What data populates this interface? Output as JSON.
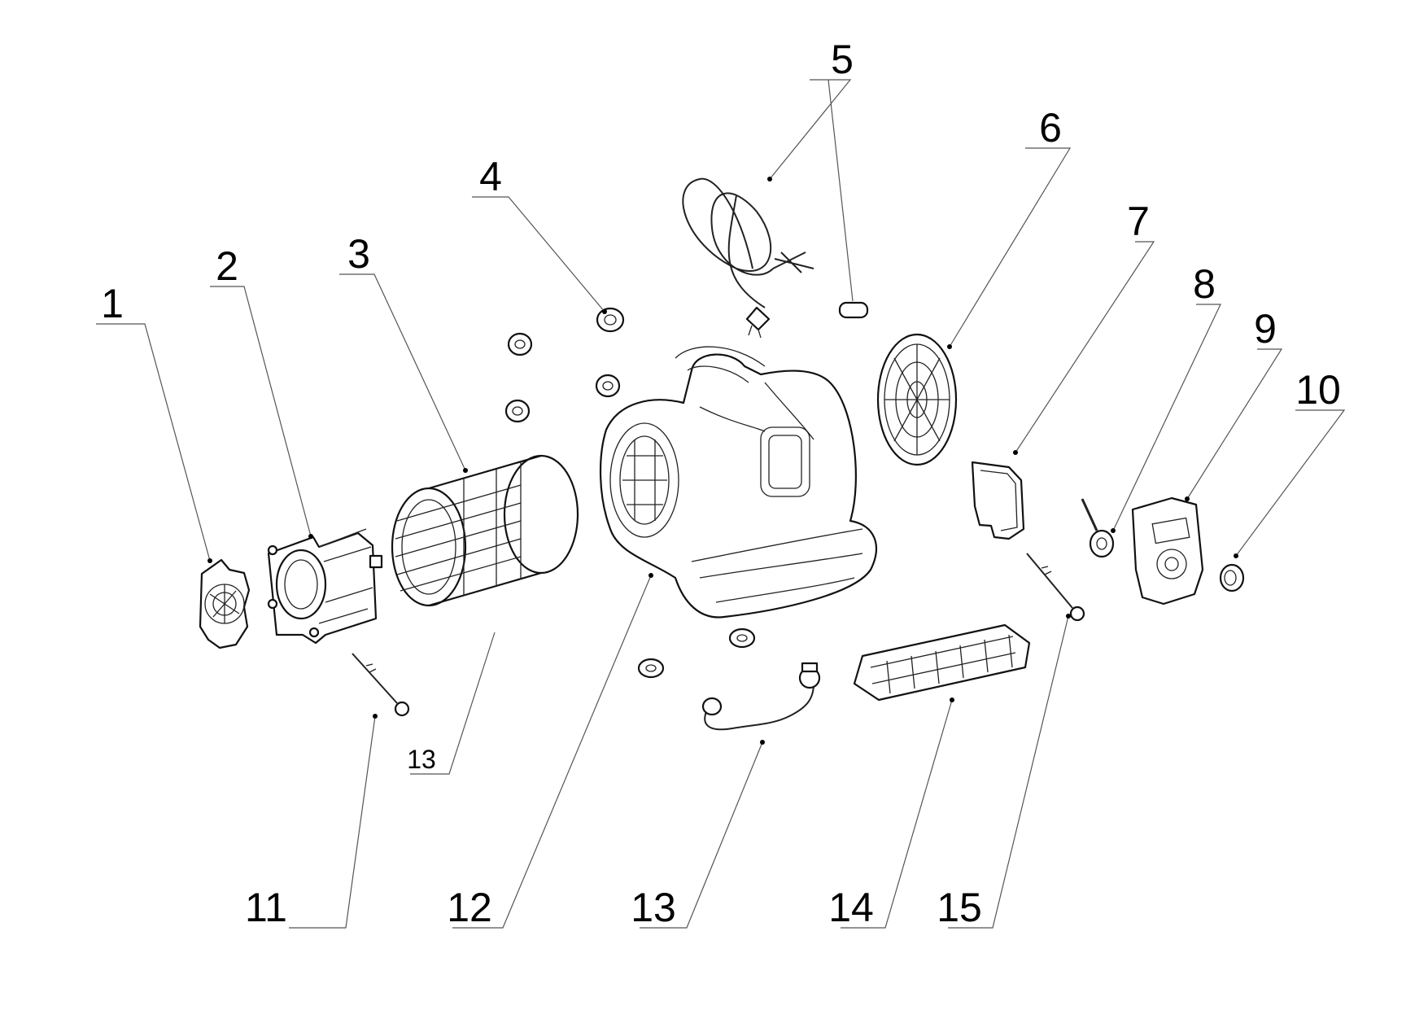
{
  "callouts": [
    {
      "id": "1",
      "label": "1"
    },
    {
      "id": "2",
      "label": "2"
    },
    {
      "id": "3",
      "label": "3"
    },
    {
      "id": "4",
      "label": "4"
    },
    {
      "id": "5",
      "label": "5"
    },
    {
      "id": "6",
      "label": "6"
    },
    {
      "id": "7",
      "label": "7"
    },
    {
      "id": "8",
      "label": "8"
    },
    {
      "id": "9",
      "label": "9"
    },
    {
      "id": "10",
      "label": "10"
    },
    {
      "id": "11",
      "label": "11"
    },
    {
      "id": "12",
      "label": "12"
    },
    {
      "id": "13a",
      "label": "13"
    },
    {
      "id": "13b",
      "label": "13"
    },
    {
      "id": "14",
      "label": "14"
    },
    {
      "id": "15",
      "label": "15"
    }
  ]
}
